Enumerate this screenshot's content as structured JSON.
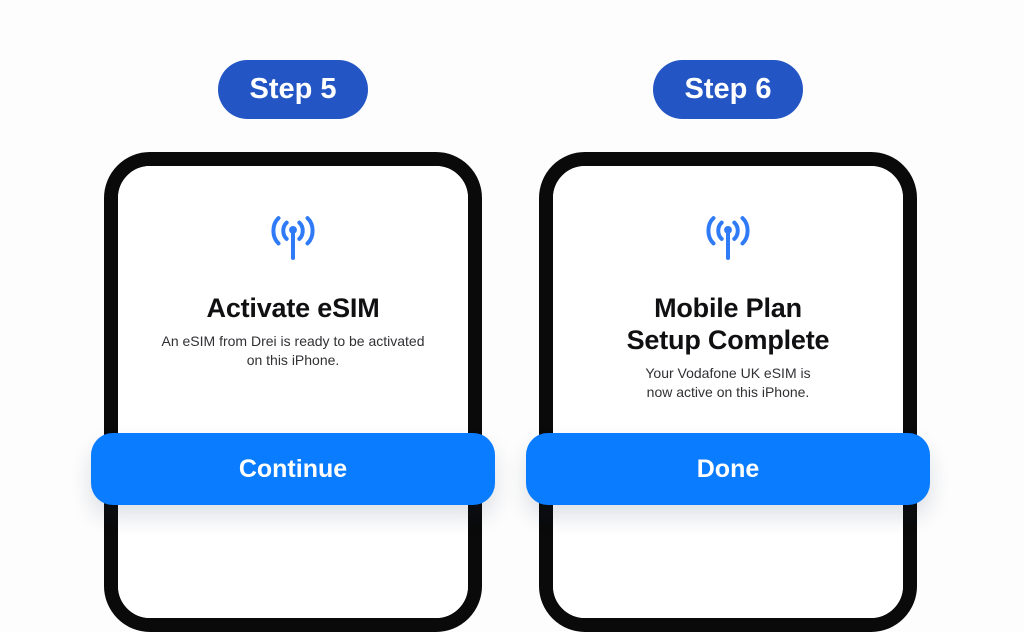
{
  "page_background": "#fdfdfd",
  "colors": {
    "step_badge": "#2356c4",
    "action_button": "#0a7cff",
    "antenna_icon": "#2f7af7",
    "phone_frame": "#0a0a0a",
    "title_text": "#101012",
    "subtitle_text": "#313135"
  },
  "steps": [
    {
      "badge": "Step 5",
      "icon": "cellular-antenna-icon",
      "title": "Activate eSIM",
      "subtitle": "An eSIM from Drei is ready to be activated\non this iPhone.",
      "button_label": "Continue"
    },
    {
      "badge": "Step 6",
      "icon": "cellular-antenna-icon",
      "title": "Mobile Plan\nSetup Complete",
      "subtitle": "Your Vodafone UK eSIM is\nnow active on this iPhone.",
      "button_label": "Done"
    }
  ]
}
